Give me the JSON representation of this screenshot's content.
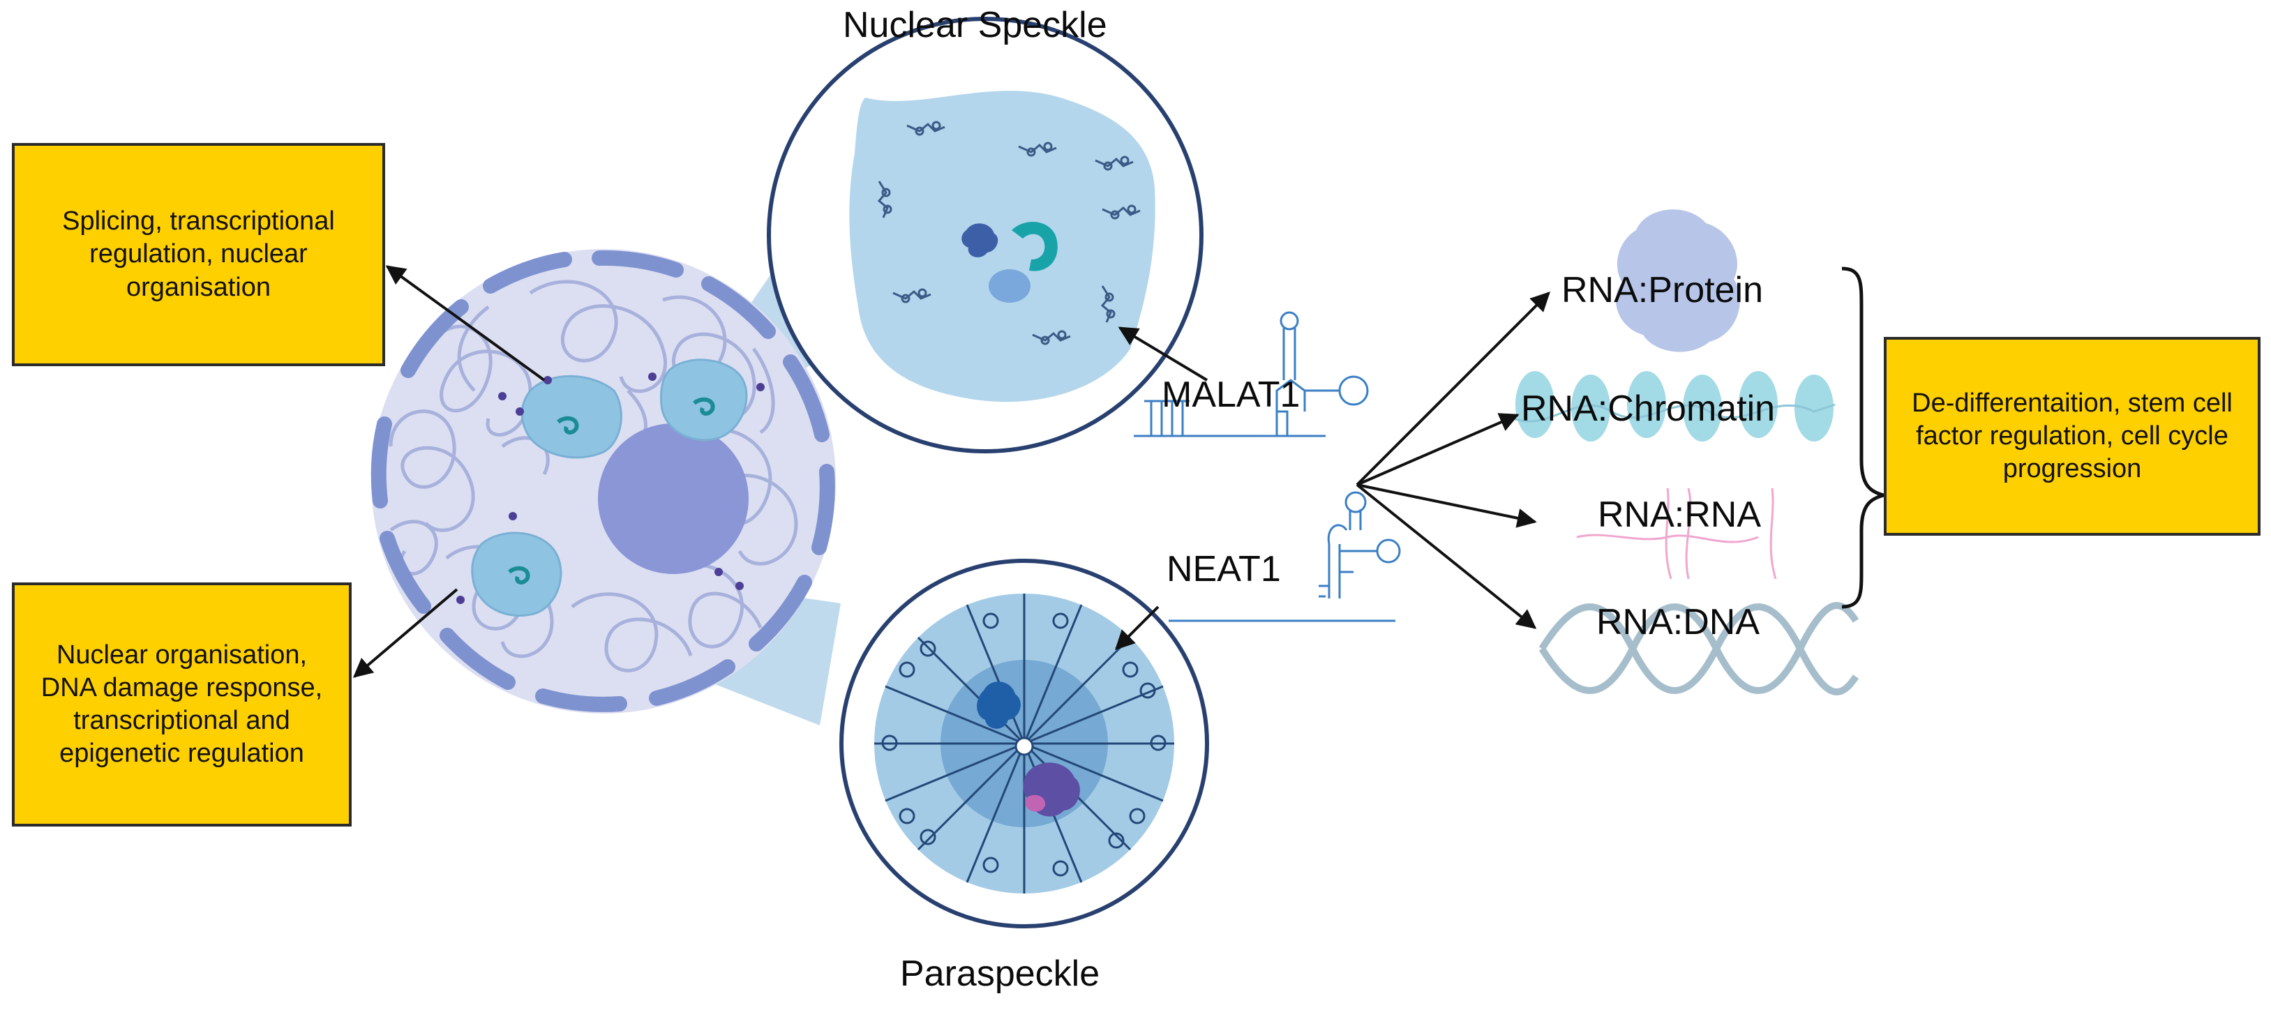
{
  "diagram": {
    "titles": {
      "nuclear_speckle": "Nuclear Speckle",
      "paraspeckle": "Paraspeckle"
    },
    "lncrnas": {
      "malat1": "MALAT1",
      "neat1": "NEAT1"
    },
    "interactions": [
      {
        "label": "RNA:Protein"
      },
      {
        "label": "RNA:Chromatin"
      },
      {
        "label": "RNA:RNA"
      },
      {
        "label": "RNA:DNA"
      }
    ],
    "function_boxes": {
      "speckle_functions": "Splicing, transcriptional regulation, nuclear organisation",
      "paraspeckle_functions": "Nuclear organisation, DNA damage response, transcriptional and epigenetic regulation",
      "outcomes": "De-differentaition, stem cell factor regulation, cell cycle progression"
    },
    "colors": {
      "box_fill": "#ffd000",
      "nucleus_fill": "#dcdff2",
      "envelope": "#7f92d0",
      "speckle_fill": "#b3d6ec",
      "nucleolus": "#8a96d6",
      "dna_helix": "#9db8c6",
      "rna_pink": "#f0a6cf"
    }
  }
}
